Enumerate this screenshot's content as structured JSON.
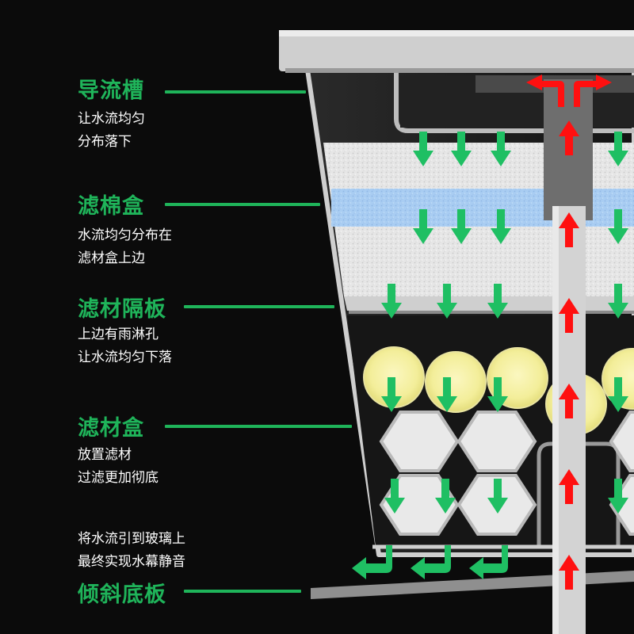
{
  "labels": {
    "guide_channel": {
      "title": "导流槽",
      "lines": [
        "让水流均匀",
        "分布落下"
      ]
    },
    "sponge_box": {
      "title": "滤棉盒",
      "lines": [
        "水流均匀分布在",
        "滤材盒上边"
      ]
    },
    "media_divider": {
      "title": "滤材隔板",
      "lines": [
        "上边有雨淋孔",
        "让水流均匀下落"
      ]
    },
    "media_box": {
      "title": "滤材盒",
      "lines": [
        "放置滤材",
        "过滤更加彻底"
      ]
    },
    "sloped_bottom": {
      "title": "倾斜底板",
      "lines": [
        "将水流引到玻璃上",
        "最终实现水幕静音"
      ]
    }
  },
  "colors": {
    "label_green": "#1fb45a",
    "flow_down_arrow": "#1fbf63",
    "flow_up_arrow": "#ff1010",
    "background": "#0b0b0b",
    "filter_media_ball": "#f3ee9a",
    "sponge_blue": "#9fc6ee",
    "body_gray": "#dcdcdc"
  }
}
